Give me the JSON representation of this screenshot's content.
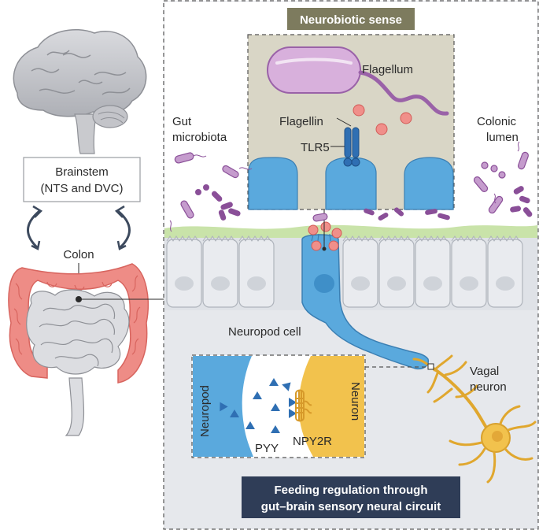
{
  "left_panel": {
    "brainstem_label_line1": "Brainstem",
    "brainstem_label_line2": "(NTS and DVC)",
    "colon_label": "Colon"
  },
  "main_panel": {
    "title_banner": "Neurobiotic sense",
    "gut_microbiota_line1": "Gut",
    "gut_microbiota_line2": "microbiota",
    "colonic_lumen_line1": "Colonic",
    "colonic_lumen_line2": "lumen",
    "flagellum_label": "Flagellum",
    "flagellin_label": "Flagellin",
    "tlr5_label": "TLR5",
    "neuropod_cell_label": "Neuropod cell",
    "vagal_neuron_line1": "Vagal",
    "vagal_neuron_line2": "neuron",
    "inset_neuropod_label": "Neuropod",
    "inset_neuron_label": "Neuron",
    "pyy_label": "PYY",
    "npy2r_label": "NPY2R",
    "bottom_banner_line1": "Feeding regulation through",
    "bottom_banner_line2": "gut–brain sensory neural circuit"
  },
  "colors": {
    "banner_olive": "#7d7b5e",
    "banner_navy": "#2f3d57",
    "panel_bg": "#e6e8ec",
    "inset_bg": "#d9d6c6",
    "cell_blue": "#5aa9dd",
    "colon_pink": "#ee8c86",
    "neuron_yellow": "#f2c24d",
    "bacteria_purple": "#9a62a8"
  }
}
